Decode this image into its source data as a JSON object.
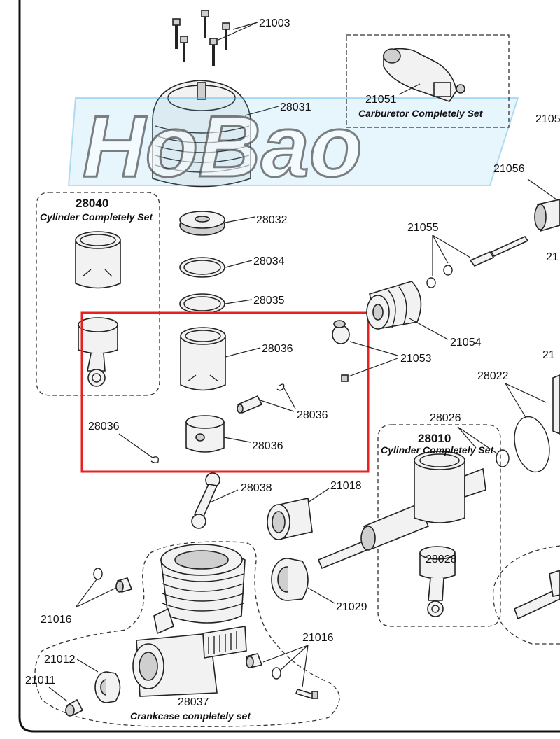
{
  "watermark": "HoBao",
  "highlight_color": "#e8201f",
  "labels": {
    "p21003": "21003",
    "p28031": "28031",
    "p21051": "21051",
    "p21051_text": "Carburetor Completely Set",
    "p2105x": "2105",
    "p21056": "21056",
    "p21055": "21055",
    "p21054": "21054",
    "p21053": "21053",
    "p28022": "28022",
    "p28040": "28040",
    "p28040_text": "Cylinder Completely Set",
    "p28032": "28032",
    "p28034": "28034",
    "p28035": "28035",
    "p28036_a": "28036",
    "p28036_b": "28036",
    "p28036_c": "28036",
    "p28036_d": "28036",
    "p28026": "28026",
    "p28010": "28010",
    "p28010_text": "Cylinder Completely Set",
    "p28038": "28038",
    "p21018": "21018",
    "p28028": "28028",
    "p21029": "21029",
    "p21016_a": "21016",
    "p21016_b": "21016",
    "p21012": "21012",
    "p21011": "21011",
    "p28037": "28037",
    "p28037_text": "Crankcase completely set",
    "p21x": "21",
    "p21y": "21"
  }
}
